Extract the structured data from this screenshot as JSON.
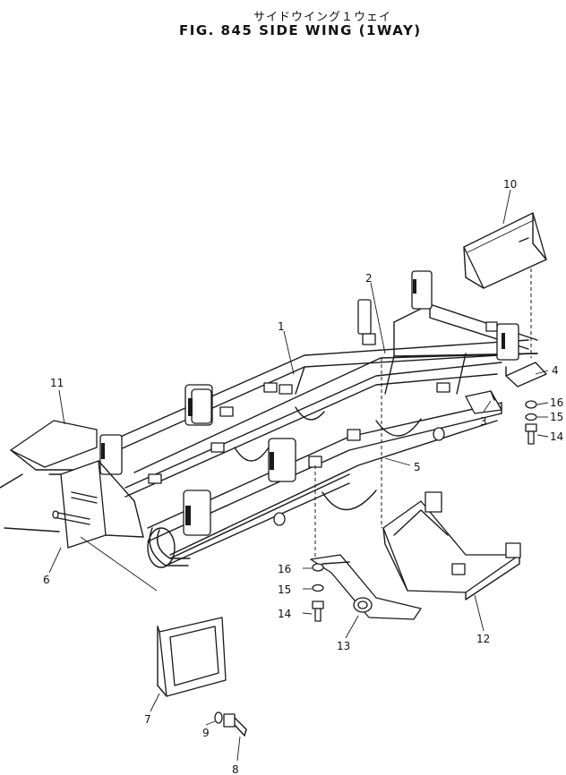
{
  "title_jp": "サイドウイング１ウェイ",
  "title_en": "FIG. 845  SIDE WING (1WAY)",
  "callouts": {
    "c1": "1",
    "c2": "2",
    "c3": "3",
    "c4": "4",
    "c5": "5",
    "c6": "6",
    "c7": "7",
    "c8": "8",
    "c9": "9",
    "c10": "10",
    "c11": "11",
    "c12": "12",
    "c13": "13",
    "c14a": "14",
    "c15a": "15",
    "c16a": "16",
    "c14b": "14",
    "c15b": "15",
    "c16b": "16"
  }
}
